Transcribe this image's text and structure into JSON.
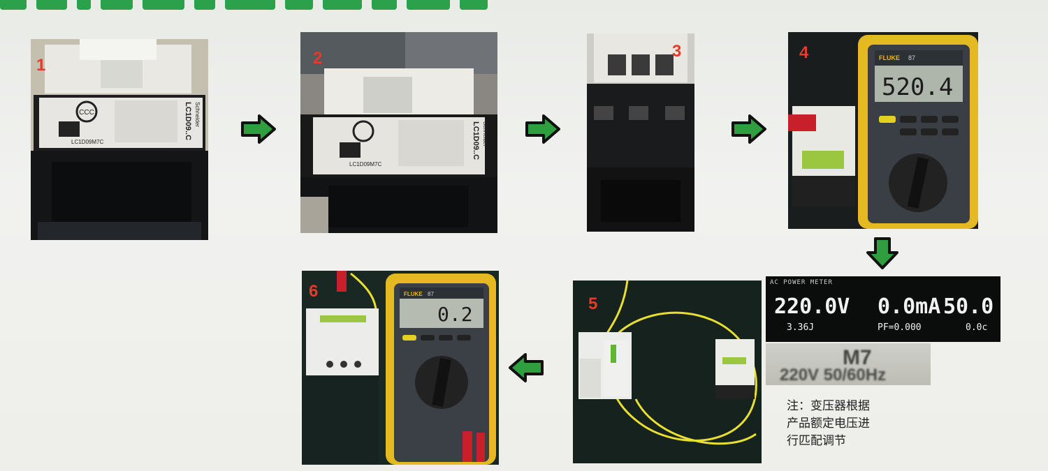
{
  "steps": {
    "s1": "1",
    "s2": "2",
    "s3": "3",
    "s4": "4",
    "s5": "5",
    "s6": "6"
  },
  "photo1": {
    "brand": "Schneider",
    "model": "LC1D09..C",
    "label_model": "LC1D09M7C"
  },
  "photo2": {
    "brand": "Schneider",
    "model": "LC1D09..C",
    "label_model": "LC1D09M7C"
  },
  "multimeter1": {
    "brand": "FLUKE",
    "model": "87",
    "reading": "520.4"
  },
  "multimeter2": {
    "brand": "FLUKE",
    "model": "87",
    "reading": "0.2"
  },
  "power_meter": {
    "header": "AC POWER METER",
    "voltage": "220.0V",
    "current": "0.0mA",
    "frequency": "50.0",
    "energy": "3.36J",
    "pf": "PF=0.000",
    "extra": "0.0c"
  },
  "coil_label": {
    "code": "M7",
    "voltage": "220V 50/60Hz"
  },
  "note": {
    "line1": "注：变压器根据",
    "line2": "产品额定电压进",
    "line3": "行匹配调节"
  },
  "colors": {
    "arrow_fill": "#2e9e3e",
    "arrow_outline": "#111111",
    "step_number": "#e63b2a",
    "heading": "#2aa14a"
  }
}
